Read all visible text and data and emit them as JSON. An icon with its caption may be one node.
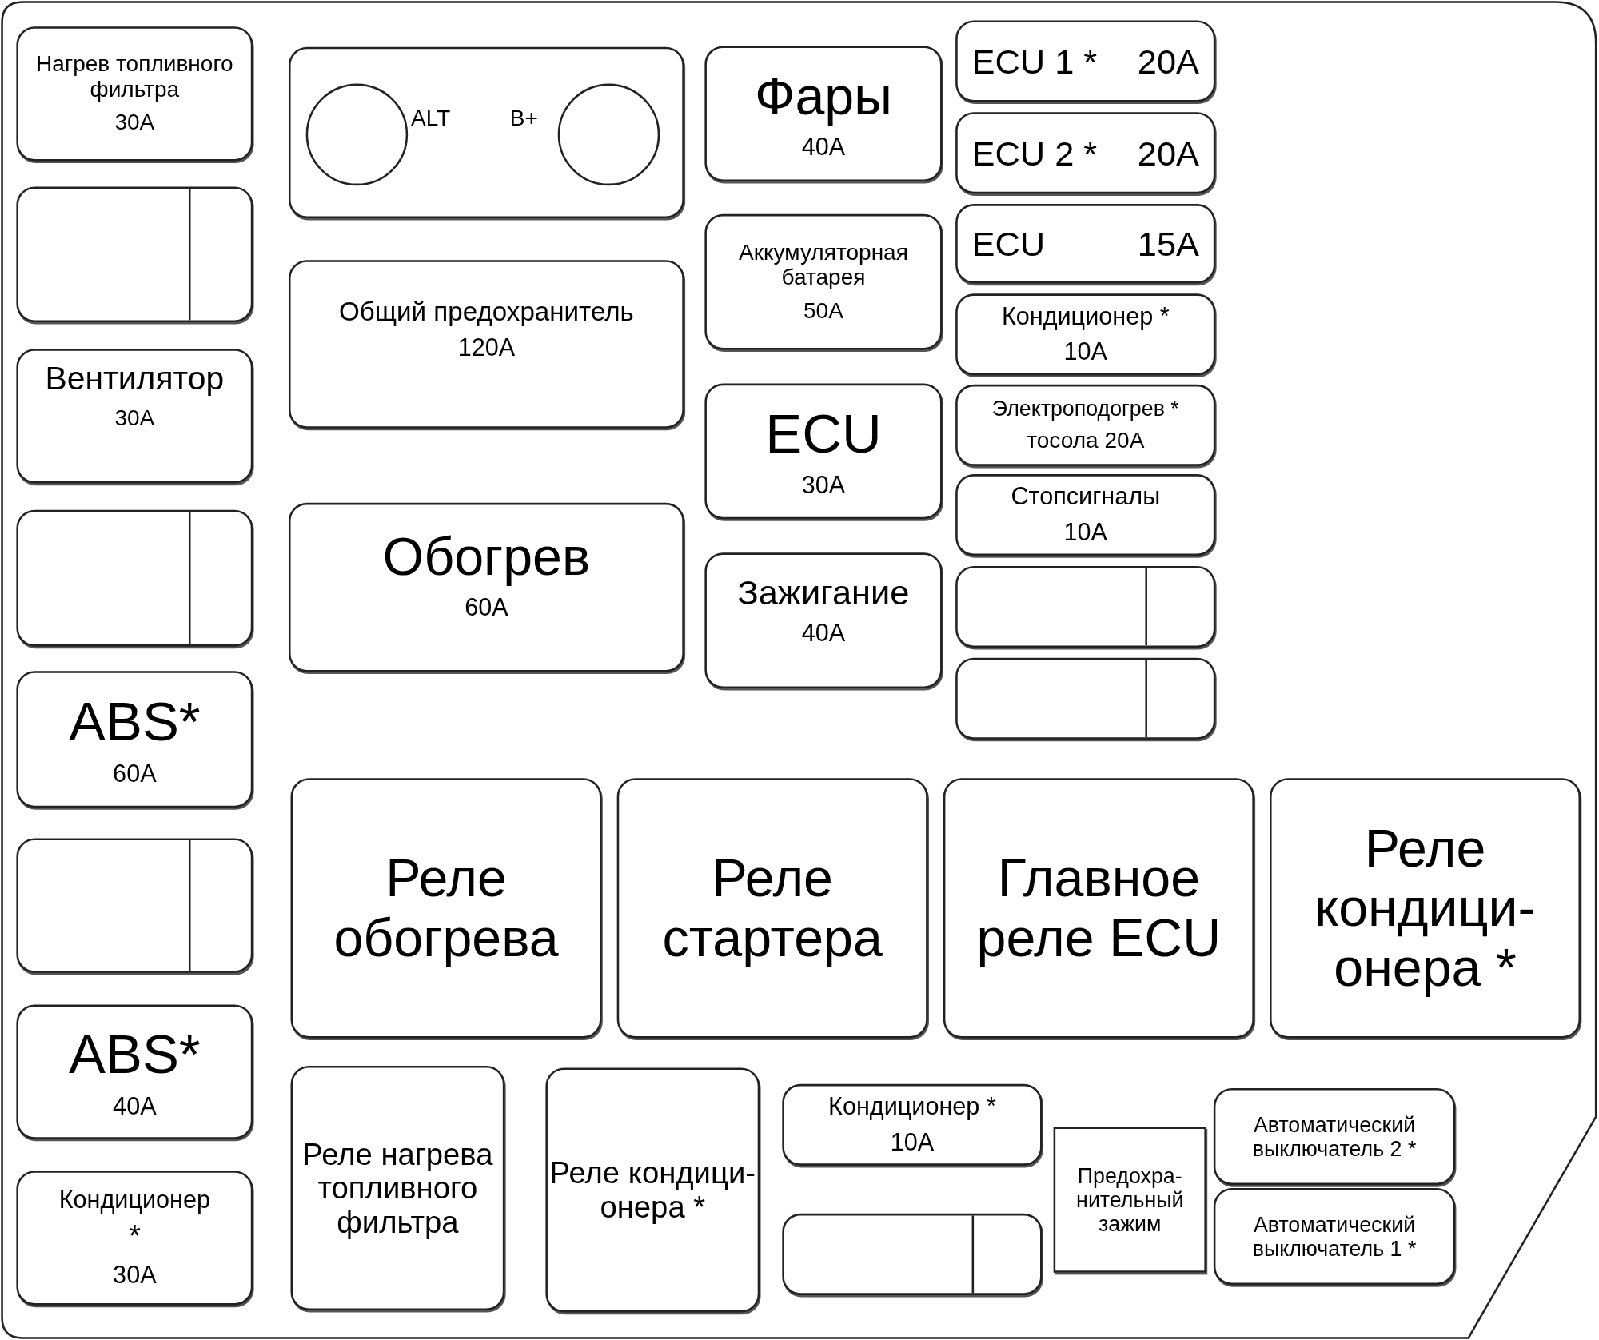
{
  "diagram": {
    "nodes": [
      {
        "text": [
          "Нагрев топливного фильтра",
          "30A"
        ]
      },
      {
        "text": [],
        "shape": "box"
      },
      {
        "text": [
          "Вентилятор",
          "30A"
        ]
      },
      {
        "text": [],
        "shape": "box"
      },
      {
        "text": [
          "ABS*",
          "60A"
        ]
      },
      {
        "text": [],
        "shape": "box"
      },
      {
        "text": [
          "ABS*",
          "40A"
        ]
      },
      {
        "text": [
          "Кондиционер",
          "*",
          "30A"
        ]
      },
      {
        "text": [
          "ALT",
          "B+"
        ]
      },
      {
        "text": [],
        "shape": "circle",
        "in": 8
      },
      {
        "text": [],
        "shape": "circle",
        "in": 8
      },
      {
        "text": [
          "Общий предохранитель",
          "120A"
        ]
      },
      {
        "text": [
          "Обогрев",
          "60A"
        ]
      },
      {
        "text": [
          "Фары",
          "40A"
        ]
      },
      {
        "text": [
          "Аккумуляторная батарея",
          "50A"
        ]
      },
      {
        "text": [
          "ECU",
          "30A"
        ]
      },
      {
        "text": [
          "Зажигание",
          "40A"
        ]
      },
      {
        "text": [
          "ECU 1 *",
          "20A"
        ]
      },
      {
        "text": [
          "ECU 2 *",
          "20A"
        ]
      },
      {
        "text": [
          "ECU",
          "15A"
        ]
      },
      {
        "text": [
          "Кондиционер *",
          "10A"
        ]
      },
      {
        "text": [
          "Электроподогрев *",
          "тосола 20A"
        ]
      },
      {
        "text": [
          "Стопсигналы",
          "10A"
        ]
      },
      {
        "text": [],
        "shape": "box"
      },
      {
        "text": [],
        "shape": "box"
      },
      {
        "text": [
          "Реле обогрева"
        ]
      },
      {
        "text": [
          "Реле стартера"
        ]
      },
      {
        "text": [
          "Главное реле ECU"
        ]
      },
      {
        "text": [
          "Реле кондици- онера *"
        ]
      },
      {
        "text": [
          "Реле нагрева топливного фильтра"
        ]
      },
      {
        "text": [
          "Реле кондици- онера *"
        ]
      },
      {
        "text": [
          "Кондиционер *",
          "10A"
        ]
      },
      {
        "text": [],
        "shape": "box"
      },
      {
        "text": [
          "Предохра- нительный зажим"
        ]
      },
      {
        "text": [
          "Автоматический выключатель 2 *"
        ]
      },
      {
        "text": [
          "Автоматический выключатель 1 *"
        ]
      }
    ]
  }
}
